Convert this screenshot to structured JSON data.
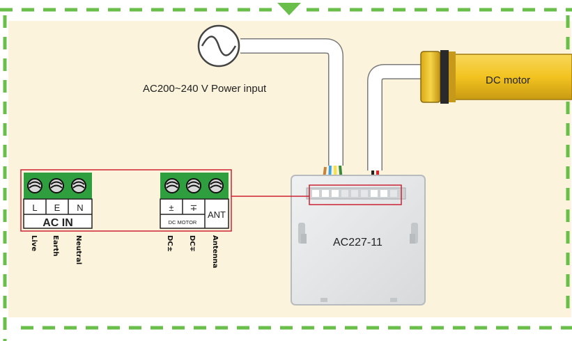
{
  "labels": {
    "power_input": "AC200~240 V Power input",
    "motor": "DC motor",
    "device": "AC227-11",
    "ac_in": "AC IN",
    "dc_motor": "DC MOTOR",
    "antenna_short": "ANT"
  },
  "ac_terminals": [
    "L",
    "E",
    "N"
  ],
  "dc_terminals": [
    "±",
    "∓"
  ],
  "ac_wire_labels": [
    "Live",
    "Earth",
    "Neutral"
  ],
  "dc_wire_labels": [
    "DC±",
    "DC∓",
    "Antenna"
  ],
  "colors": {
    "background": "#fbf3db",
    "dashed_border": "#6abf4b",
    "terminal_green": "#2e9e3f",
    "callout_red": "#cc2233",
    "motor_yellow": "#f2c320",
    "device_gray": "#e4e6e7"
  }
}
